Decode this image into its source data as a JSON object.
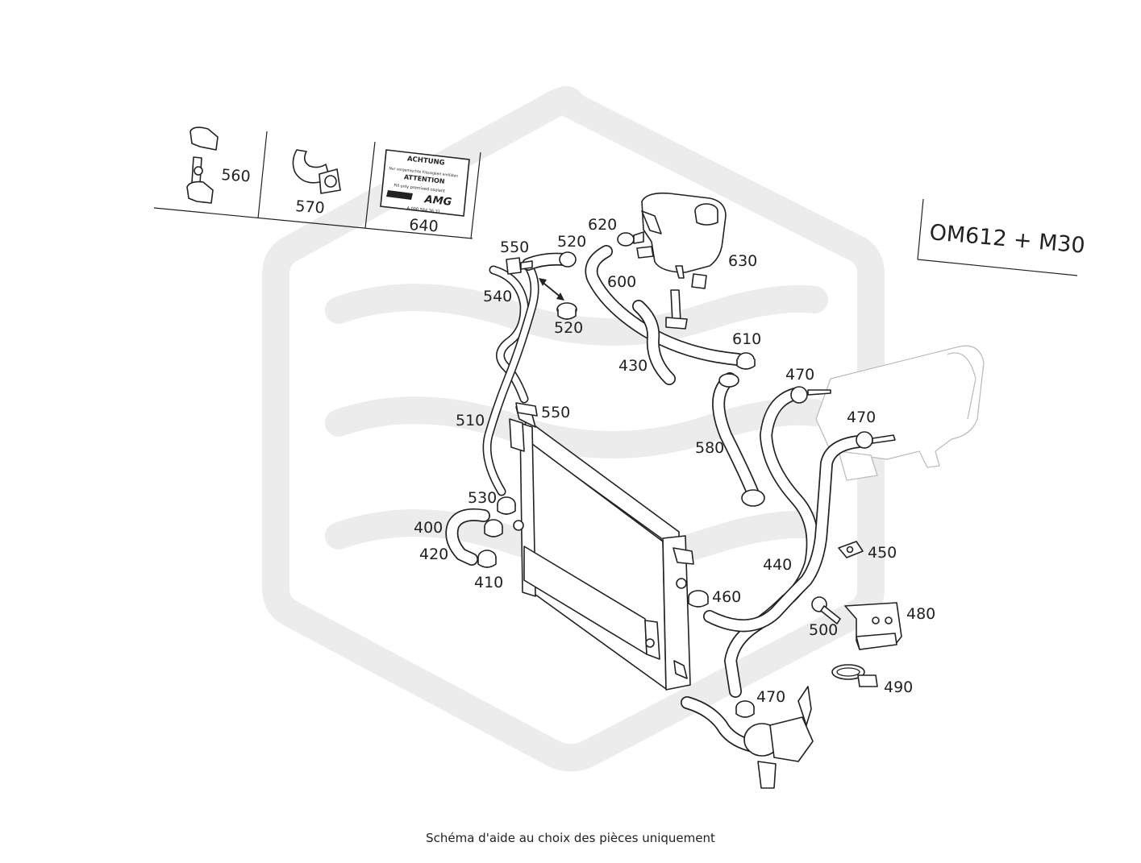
{
  "engine_code": "OM612 + M30",
  "warning_label": {
    "heading": "ACHTUNG",
    "line1": "Nur vorgemischte Flüssigkeit einfüllen",
    "heading2": "ATTENTION",
    "line2": "Fill only premixed coolant",
    "brand": "AMG",
    "part_ref": "A 000 584 36 31"
  },
  "callouts": {
    "c560": "560",
    "c570": "570",
    "c640": "640",
    "c550a": "550",
    "c520a": "520",
    "c620": "620",
    "c630": "630",
    "c540": "540",
    "c520b": "520",
    "c600": "600",
    "c610": "610",
    "c430": "430",
    "c470a": "470",
    "c470b": "470",
    "c550b": "550",
    "c510": "510",
    "c580": "580",
    "c530": "530",
    "c400": "400",
    "c420": "420",
    "c410": "410",
    "c450": "450",
    "c440": "440",
    "c460": "460",
    "c480": "480",
    "c500": "500",
    "c490": "490",
    "c470c": "470"
  },
  "footer_caption": "Schéma d'aide au choix des pièces uniquement"
}
